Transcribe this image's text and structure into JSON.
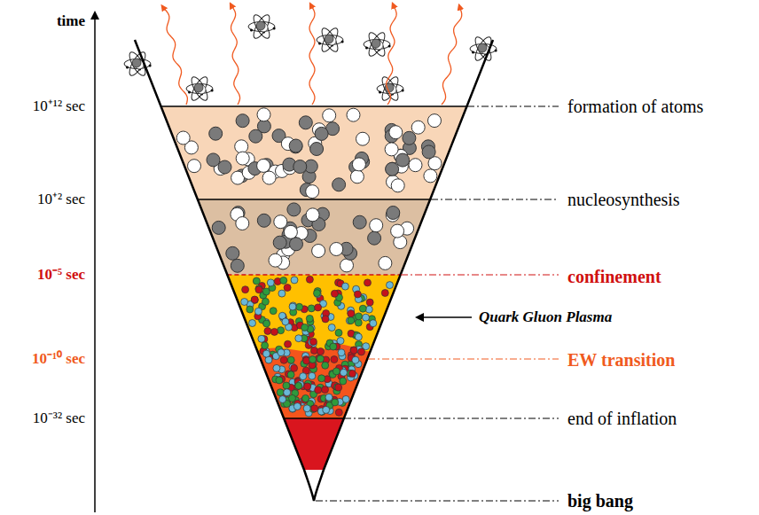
{
  "diagram": {
    "labels": [
      "time",
      "10⁺¹² sec",
      "10⁺² sec",
      "10⁻⁵ sec",
      "10⁻¹⁰ sec",
      "10⁻³² sec",
      "formation of atoms",
      "nucleosynthesis",
      "confinement",
      "EW transition",
      "end of inflation",
      "big bang",
      "Quark Gluon Plasma"
    ]
  }
}
